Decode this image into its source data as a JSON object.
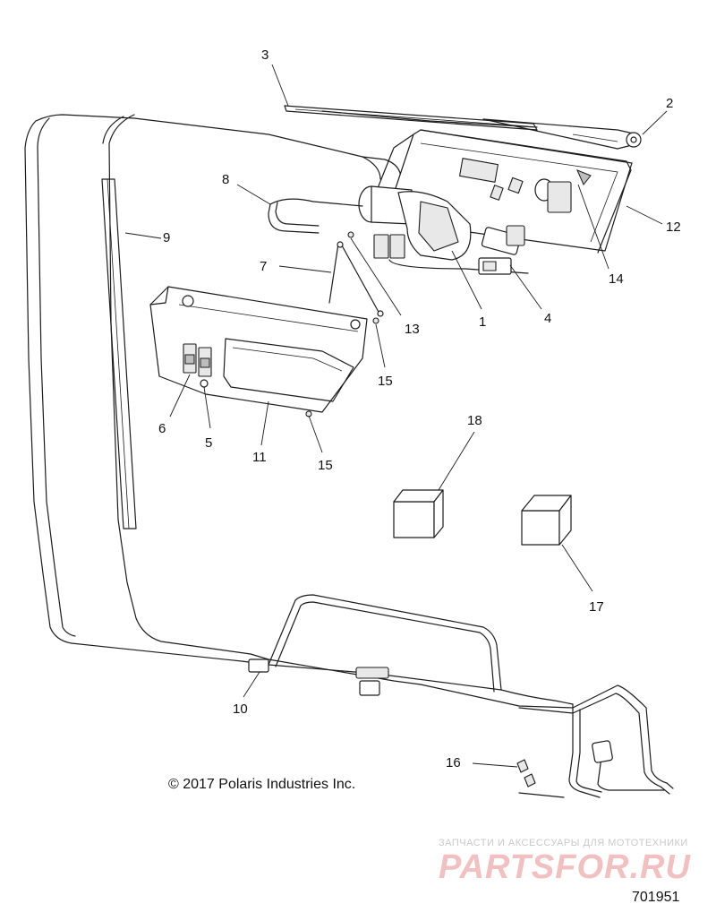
{
  "callouts": {
    "c1": "1",
    "c2": "2",
    "c3": "3",
    "c4": "4",
    "c5": "5",
    "c6": "6",
    "c7": "7",
    "c8": "8",
    "c9": "9",
    "c10": "10",
    "c11": "11",
    "c12": "12",
    "c13": "13",
    "c14": "14",
    "c15a": "15",
    "c15b": "15",
    "c16": "16",
    "c17": "17",
    "c18": "18"
  },
  "copyright": "© 2017 Polaris Industries Inc.",
  "watermark": {
    "tagline": "ЗАПЧАСТИ И АКСЕССУАРЫ ДЛЯ МОТОТЕХНИКИ",
    "logo": "PARTSFOR.RU",
    "logo_color": "#e79a9a"
  },
  "figure_number": "701951"
}
